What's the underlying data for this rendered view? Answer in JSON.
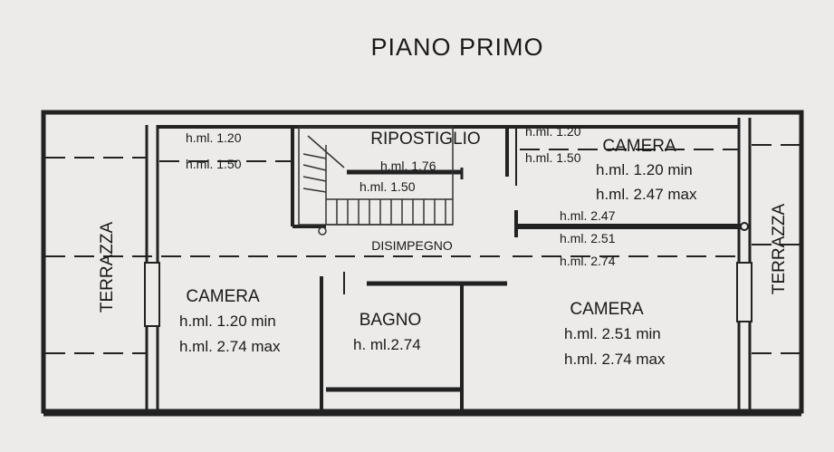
{
  "title": "PIANO PRIMO",
  "rooms": {
    "ripostiglio": "RIPOSTIGLIO",
    "disimpegno": "DISIMPEGNO",
    "camera_nw": {
      "name": "CAMERA",
      "min": "h.ml. 1.20 min",
      "max": "h.ml. 2.47 max"
    },
    "camera_w": {
      "name": "CAMERA",
      "min": "h.ml. 1.20 min",
      "max": "h.ml. 2.74 max"
    },
    "bagno": {
      "name": "BAGNO",
      "height": "h. ml.2.74"
    },
    "camera_e": {
      "name": "CAMERA",
      "min": "h.ml. 2.51 min",
      "max": "h.ml. 2.74 max"
    },
    "terrazza_left": "TERRAZZA",
    "terrazza_right": "TERRAZZA"
  },
  "heights": {
    "left_120": "h.ml. 1.20",
    "left_150": "h.ml. 1.50",
    "stair_176": "h.ml. 1.76",
    "stair_150": "h.ml. 1.50",
    "right_120": "h.ml. 1.20",
    "right_150": "h.ml. 1.50",
    "r_247": "h.ml. 2.47",
    "r_251": "h.ml. 2.51",
    "r_274": "h.ml. 2.74"
  }
}
